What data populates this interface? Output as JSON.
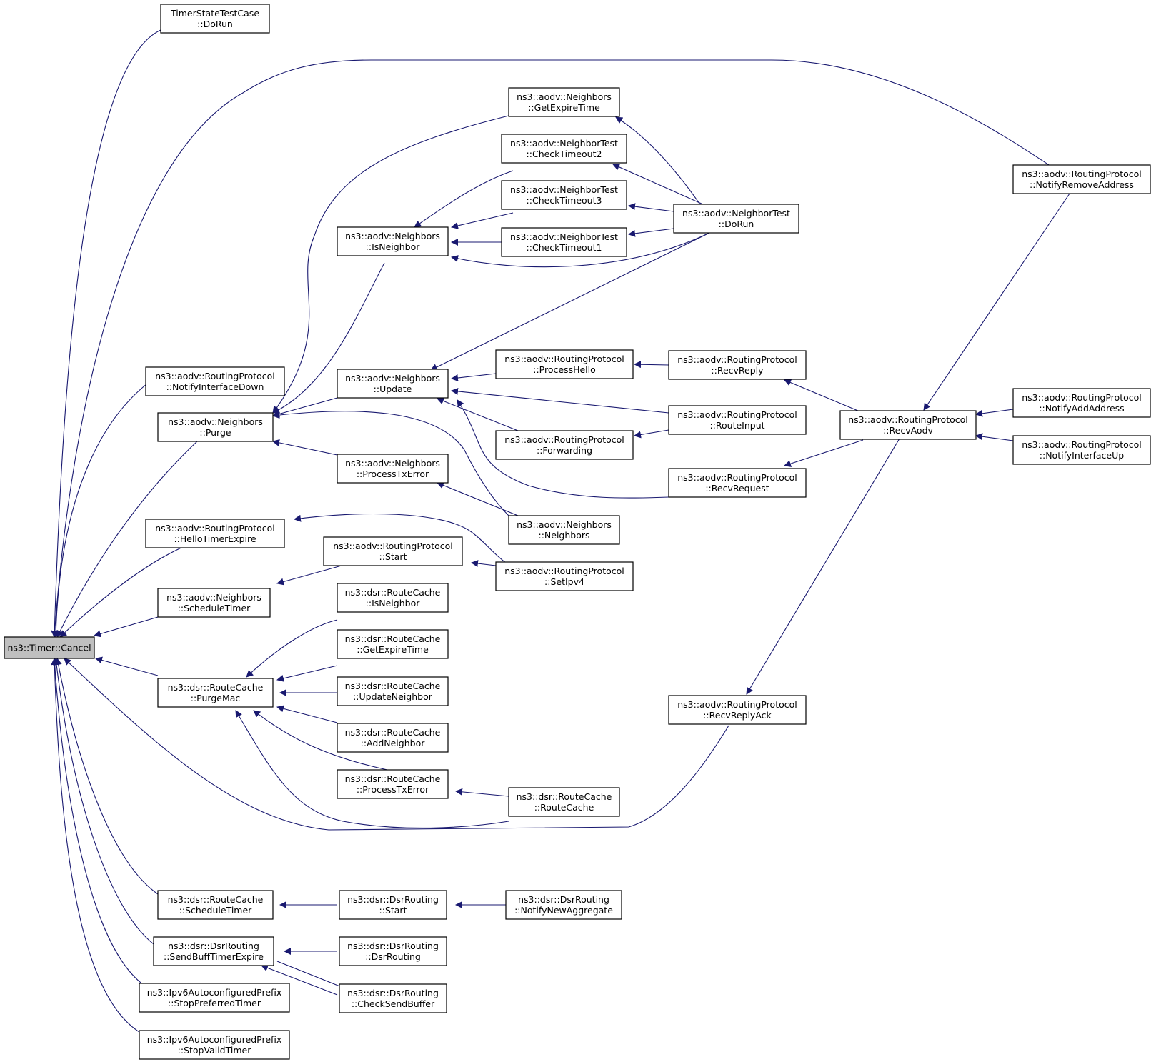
{
  "graph": {
    "edge_color": "#191970",
    "root_fill": "#bfbfbf",
    "nodes": [
      {
        "id": "cancel",
        "lines": [
          "ns3::Timer::Cancel"
        ],
        "root": true
      },
      {
        "id": "tstc",
        "lines": [
          "TimerStateTestCase",
          "::DoRun"
        ]
      },
      {
        "id": "rp_nid",
        "lines": [
          "ns3::aodv::RoutingProtocol",
          "::NotifyInterfaceDown"
        ]
      },
      {
        "id": "nb_purge",
        "lines": [
          "ns3::aodv::Neighbors",
          "::Purge"
        ]
      },
      {
        "id": "rp_hte",
        "lines": [
          "ns3::aodv::RoutingProtocol",
          "::HelloTimerExpire"
        ]
      },
      {
        "id": "nb_st",
        "lines": [
          "ns3::aodv::Neighbors",
          "::ScheduleTimer"
        ]
      },
      {
        "id": "rc_purgemac",
        "lines": [
          "ns3::dsr::RouteCache",
          "::PurgeMac"
        ]
      },
      {
        "id": "rc_st",
        "lines": [
          "ns3::dsr::RouteCache",
          "::ScheduleTimer"
        ]
      },
      {
        "id": "dsr_sbte",
        "lines": [
          "ns3::dsr::DsrRouting",
          "::SendBuffTimerExpire"
        ]
      },
      {
        "id": "ipv6_spt",
        "lines": [
          "ns3::Ipv6AutoconfiguredPrefix",
          "::StopPreferredTimer"
        ]
      },
      {
        "id": "ipv6_svt",
        "lines": [
          "ns3::Ipv6AutoconfiguredPrefix",
          "::StopValidTimer"
        ]
      },
      {
        "id": "nb_isn",
        "lines": [
          "ns3::aodv::Neighbors",
          "::IsNeighbor"
        ]
      },
      {
        "id": "nb_upd",
        "lines": [
          "ns3::aodv::Neighbors",
          "::Update"
        ]
      },
      {
        "id": "nb_ptx",
        "lines": [
          "ns3::aodv::Neighbors",
          "::ProcessTxError"
        ]
      },
      {
        "id": "rp_start",
        "lines": [
          "ns3::aodv::RoutingProtocol",
          "::Start"
        ]
      },
      {
        "id": "rc_isn",
        "lines": [
          "ns3::dsr::RouteCache",
          "::IsNeighbor"
        ]
      },
      {
        "id": "rc_get",
        "lines": [
          "ns3::dsr::RouteCache",
          "::GetExpireTime"
        ]
      },
      {
        "id": "rc_upd",
        "lines": [
          "ns3::dsr::RouteCache",
          "::UpdateNeighbor"
        ]
      },
      {
        "id": "rc_add",
        "lines": [
          "ns3::dsr::RouteCache",
          "::AddNeighbor"
        ]
      },
      {
        "id": "rc_ptx",
        "lines": [
          "ns3::dsr::RouteCache",
          "::ProcessTxError"
        ]
      },
      {
        "id": "dsr_start",
        "lines": [
          "ns3::dsr::DsrRouting",
          "::Start"
        ]
      },
      {
        "id": "dsr_dsr",
        "lines": [
          "ns3::dsr::DsrRouting",
          "::DsrRouting"
        ]
      },
      {
        "id": "dsr_csb",
        "lines": [
          "ns3::dsr::DsrRouting",
          "::CheckSendBuffer"
        ]
      },
      {
        "id": "nb_get",
        "lines": [
          "ns3::aodv::Neighbors",
          "::GetExpireTime"
        ]
      },
      {
        "id": "nt_ct2",
        "lines": [
          "ns3::aodv::NeighborTest",
          "::CheckTimeout2"
        ]
      },
      {
        "id": "nt_ct3",
        "lines": [
          "ns3::aodv::NeighborTest",
          "::CheckTimeout3"
        ]
      },
      {
        "id": "nt_ct1",
        "lines": [
          "ns3::aodv::NeighborTest",
          "::CheckTimeout1"
        ]
      },
      {
        "id": "rp_ph",
        "lines": [
          "ns3::aodv::RoutingProtocol",
          "::ProcessHello"
        ]
      },
      {
        "id": "rp_fwd",
        "lines": [
          "ns3::aodv::RoutingProtocol",
          "::Forwarding"
        ]
      },
      {
        "id": "nb_ctor",
        "lines": [
          "ns3::aodv::Neighbors",
          "::Neighbors"
        ]
      },
      {
        "id": "rp_setipv4",
        "lines": [
          "ns3::aodv::RoutingProtocol",
          "::SetIpv4"
        ]
      },
      {
        "id": "rc_ctor",
        "lines": [
          "ns3::dsr::RouteCache",
          "::RouteCache"
        ]
      },
      {
        "id": "dsr_nna",
        "lines": [
          "ns3::dsr::DsrRouting",
          "::NotifyNewAggregate"
        ]
      },
      {
        "id": "nt_dorun",
        "lines": [
          "ns3::aodv::NeighborTest",
          "::DoRun"
        ]
      },
      {
        "id": "rp_rr",
        "lines": [
          "ns3::aodv::RoutingProtocol",
          "::RecvReply"
        ]
      },
      {
        "id": "rp_ri",
        "lines": [
          "ns3::aodv::RoutingProtocol",
          "::RouteInput"
        ]
      },
      {
        "id": "rp_rreq",
        "lines": [
          "ns3::aodv::RoutingProtocol",
          "::RecvRequest"
        ]
      },
      {
        "id": "rp_rra",
        "lines": [
          "ns3::aodv::RoutingProtocol",
          "::RecvReplyAck"
        ]
      },
      {
        "id": "rp_ra",
        "lines": [
          "ns3::aodv::RoutingProtocol",
          "::RecvAodv"
        ]
      },
      {
        "id": "rp_nra",
        "lines": [
          "ns3::aodv::RoutingProtocol",
          "::NotifyRemoveAddress"
        ]
      },
      {
        "id": "rp_naa",
        "lines": [
          "ns3::aodv::RoutingProtocol",
          "::NotifyAddAddress"
        ]
      },
      {
        "id": "rp_niu",
        "lines": [
          "ns3::aodv::RoutingProtocol",
          "::NotifyInterfaceUp"
        ]
      }
    ]
  }
}
